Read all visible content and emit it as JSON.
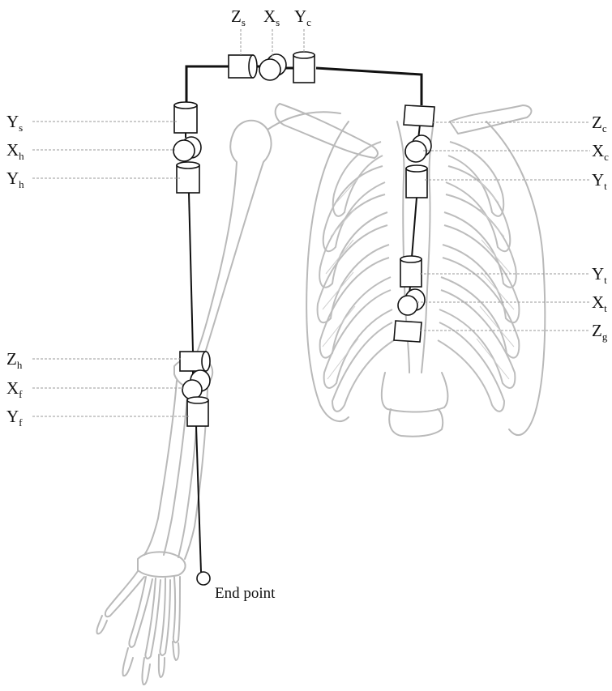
{
  "top_labels": [
    {
      "letter": "Z",
      "sub": "s"
    },
    {
      "letter": "X",
      "sub": "s"
    },
    {
      "letter": "Y",
      "sub": "c"
    }
  ],
  "left_labels": [
    {
      "letter": "Y",
      "sub": "s"
    },
    {
      "letter": "X",
      "sub": "h"
    },
    {
      "letter": "Y",
      "sub": "h"
    },
    {
      "letter": "Z",
      "sub": "h"
    },
    {
      "letter": "X",
      "sub": "f"
    },
    {
      "letter": "Y",
      "sub": "f"
    }
  ],
  "right_labels": [
    {
      "letter": "Z",
      "sub": "c"
    },
    {
      "letter": "X",
      "sub": "c"
    },
    {
      "letter": "Y",
      "sub": "t"
    },
    {
      "letter": "Y",
      "sub": "t"
    },
    {
      "letter": "X",
      "sub": "t"
    },
    {
      "letter": "Z",
      "sub": "g"
    }
  ],
  "end_point_label": "End point",
  "colors": {
    "chain": "#111111",
    "bone": "#b9b9b9",
    "leader": "#9a9a9a"
  }
}
